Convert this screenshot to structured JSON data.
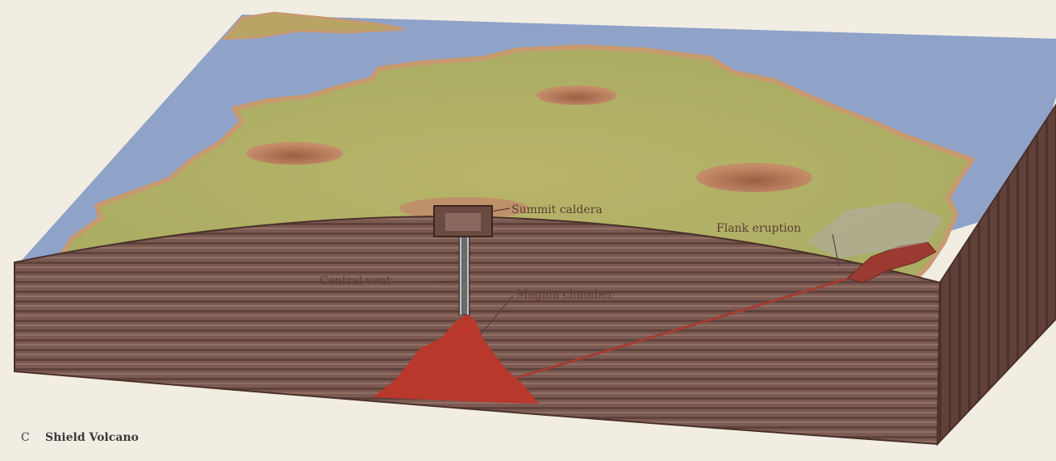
{
  "diagram": {
    "labels": {
      "summit_caldera": "Summit caldera",
      "flank_eruption": "Flank eruption",
      "central_vent": "Central vent",
      "magma_chamber": "Magma chamber"
    },
    "caption": {
      "letter": "C",
      "title": "Shield Volcano"
    },
    "colors": {
      "background": "#f1ede2",
      "ocean": "#8fa2c8",
      "land": "#b2b165",
      "shore": "#c79a6f",
      "strata_dark": "#6a4b44",
      "strata_light": "#8a675d",
      "magma": "#b8382c"
    }
  }
}
